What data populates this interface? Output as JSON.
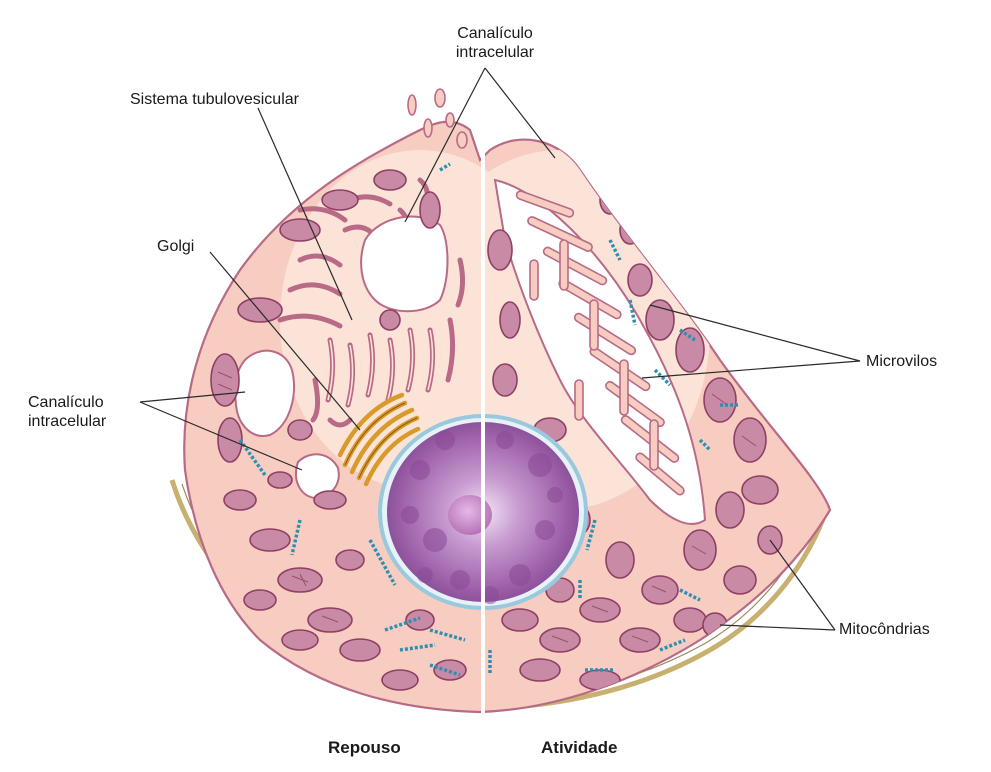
{
  "labels": {
    "canaliculo_top_line1": "Canalículo",
    "canaliculo_top_line2": "intracelular",
    "sistema_tubulovesicular": "Sistema tubulovesicular",
    "golgi": "Golgi",
    "canaliculo_left_line1": "Canalículo",
    "canaliculo_left_line2": "intracelular",
    "microvilos": "Microvilos",
    "mitocondrias": "Mitocôndrias",
    "repouso": "Repouso",
    "atividade": "Atividade"
  },
  "colors": {
    "cytoplasm": "#f6cdc0",
    "cytoplasm_light": "#fbe3d8",
    "membrane": "#b86a86",
    "organelle": "#c98aa6",
    "organelle_dark": "#8e3f64",
    "nucleus": "#9b5ea6",
    "nucleus_dark": "#6a2f7c",
    "golgi": "#d89a2a",
    "ribosome_blue": "#2f8fb3",
    "basal": "#c8b070"
  }
}
